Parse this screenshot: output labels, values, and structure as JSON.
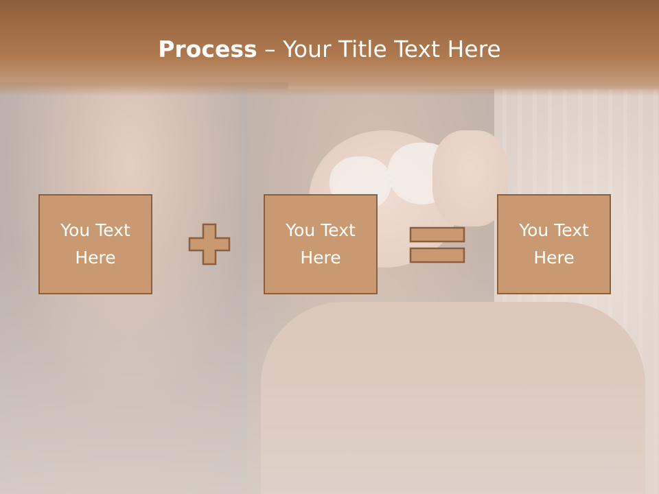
{
  "slide": {
    "title_bold": "Process",
    "title_rest": " – Your Title Text Here"
  },
  "boxes": [
    {
      "line1": "You Text",
      "line2": "Here"
    },
    {
      "line1": "You Text",
      "line2": "Here"
    },
    {
      "line1": "You Text",
      "line2": "Here"
    }
  ],
  "icons": {
    "operator_1": "plus-icon",
    "operator_2": "equals-icon"
  },
  "colors": {
    "box_fill": "#c99a72",
    "box_border": "#8a5e3e",
    "title_bar": "#a8764c",
    "text": "#ffffff"
  }
}
